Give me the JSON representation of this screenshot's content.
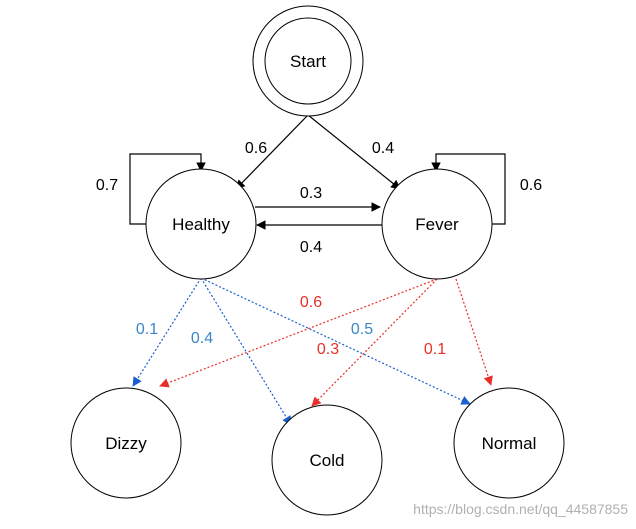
{
  "nodes": {
    "start": "Start",
    "healthy": "Healthy",
    "fever": "Fever",
    "dizzy": "Dizzy",
    "cold": "Cold",
    "normal": "Normal"
  },
  "transitions": {
    "start_healthy": "0.6",
    "start_fever": "0.4",
    "healthy_healthy": "0.7",
    "healthy_fever": "0.3",
    "fever_healthy": "0.4",
    "fever_fever": "0.6"
  },
  "emissions_healthy": {
    "dizzy": "0.1",
    "cold": "0.4",
    "normal": "0.5"
  },
  "emissions_fever": {
    "dizzy": "0.6",
    "cold": "0.3",
    "normal": "0.1"
  },
  "colors": {
    "transition": "#000000",
    "healthy_emission": "#1a5fd1",
    "healthy_label": "#3a86c8",
    "fever_emission": "#e8302a",
    "fever_label": "#e8302a"
  },
  "watermark": "https://blog.csdn.net/qq_44587855"
}
